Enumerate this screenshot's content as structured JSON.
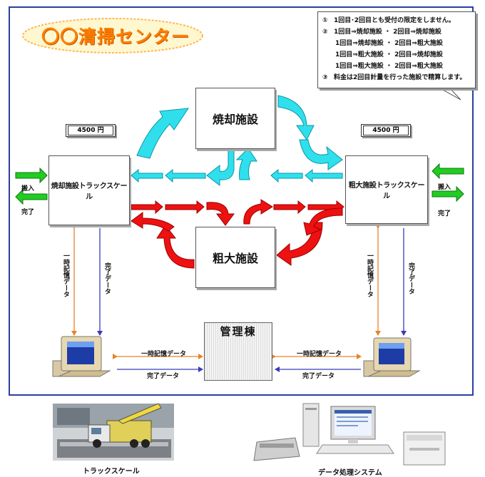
{
  "title": "〇〇清掃センター",
  "notes": {
    "lines": [
      {
        "marker": "①",
        "text": "1回目･2回目とも受付の限定をしません。"
      },
      {
        "marker": "②",
        "text": "1回目⇒焼却施設 ・ 2回目⇒焼却施設"
      },
      {
        "marker": "",
        "text": "1回目⇒焼却施設 ・ 2回目⇒粗大施設"
      },
      {
        "marker": "",
        "text": "1回目⇒粗大施設 ・ 2回目⇒焼却施設"
      },
      {
        "marker": "",
        "text": "1回目⇒粗大施設 ・ 2回目⇒粗大施設"
      },
      {
        "marker": "③",
        "text": "料金は2回目計量を行った施設で精算します。"
      }
    ]
  },
  "facilities": {
    "incinerator": "焼却施設",
    "bulky": "粗大施設"
  },
  "scales": {
    "left": "焼却施設トラックスケール",
    "right": "粗大施設トラックスケール"
  },
  "prices": {
    "left": "4500 円",
    "right": "4500 円"
  },
  "flow": {
    "in": "搬入",
    "done": "完了"
  },
  "links": {
    "temp_data": "一時記憶データ",
    "done_data": "完了データ"
  },
  "admin": {
    "title": "管理棟"
  },
  "captions": {
    "truck_scale": "トラックスケール",
    "data_system": "データ処理システム"
  },
  "colors": {
    "frame": "#2c3fa0",
    "cyan_arrow": "#2fe0ec",
    "red_arrow": "#ee1111",
    "green_arrow": "#22cc22",
    "orange_link": "#e8822a",
    "blue_link": "#3a3ab8",
    "title": "#ff7f00"
  }
}
